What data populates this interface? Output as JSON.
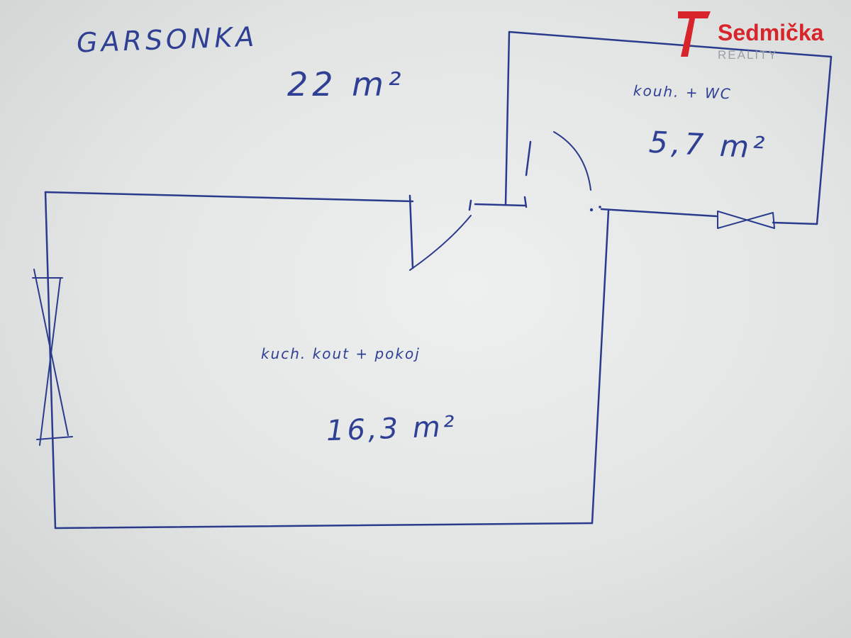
{
  "title": "GARSONKA",
  "total_area": "22 m²",
  "rooms": [
    {
      "name": "kouh. + WC",
      "area": "5,7 m²"
    },
    {
      "name": "kuch. kout + pokoj",
      "area": "16,3 m²"
    }
  ],
  "logo": {
    "name": "Sedmička",
    "subtitle": "REALITY",
    "color": "#d8252b"
  },
  "colors": {
    "ink": "#2a3a8c",
    "paper": "#e8ebea"
  }
}
